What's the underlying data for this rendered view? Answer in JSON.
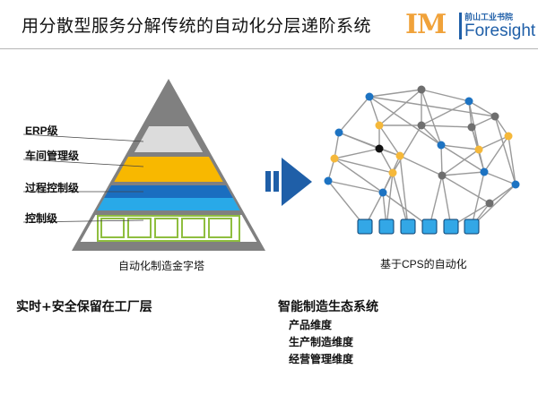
{
  "header": {
    "title": "用分散型服务分解传统的自动化分层递阶系统",
    "logo": {
      "mark": "IM",
      "cn": "前山工业书院",
      "en": "Foresight"
    }
  },
  "pyramid": {
    "levels": [
      "ERP级",
      "车间管理级",
      "过程控制级",
      "控制级"
    ],
    "caption": "自动化制造金字塔",
    "colors": {
      "gray": "#808080",
      "light": "#dcdcdc",
      "gold": "#f8b800",
      "blue": "#1a6ec0",
      "cyan": "#29a9e8",
      "green": "#8fbe3f"
    }
  },
  "arrow": {
    "color": "#1f5fa8"
  },
  "network": {
    "caption": "基于CPS的自动化",
    "colors": {
      "gold": "#f5b83a",
      "blue": "#1d73c2",
      "black": "#111111",
      "gray": "#6e6e6e",
      "edge": "#9a9a9a",
      "box": "#33a7e6"
    }
  },
  "bottom": {
    "left": "实时+安全保留在工厂层",
    "right_title": "智能制造生态系统",
    "right_items": [
      "产品维度",
      "生产制造维度",
      "经营管理维度"
    ]
  }
}
